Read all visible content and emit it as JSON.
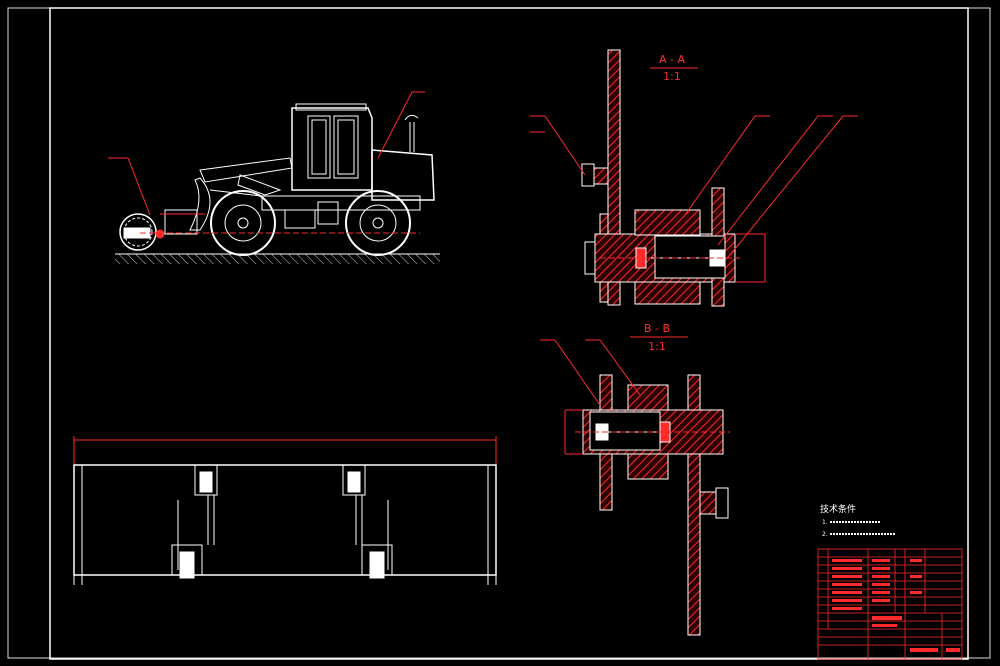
{
  "drawing": {
    "section_aa": {
      "label": "A - A",
      "scale": "1:1"
    },
    "section_bb": {
      "label": "B - B",
      "scale": "1:1"
    },
    "tech_requirements": {
      "title": "技术条件",
      "lines": [
        "1.",
        "2."
      ]
    },
    "colors": {
      "background": "#000000",
      "outline": "#ffffff",
      "annotation": "#ff0000",
      "hatch": "#ff0000"
    }
  }
}
